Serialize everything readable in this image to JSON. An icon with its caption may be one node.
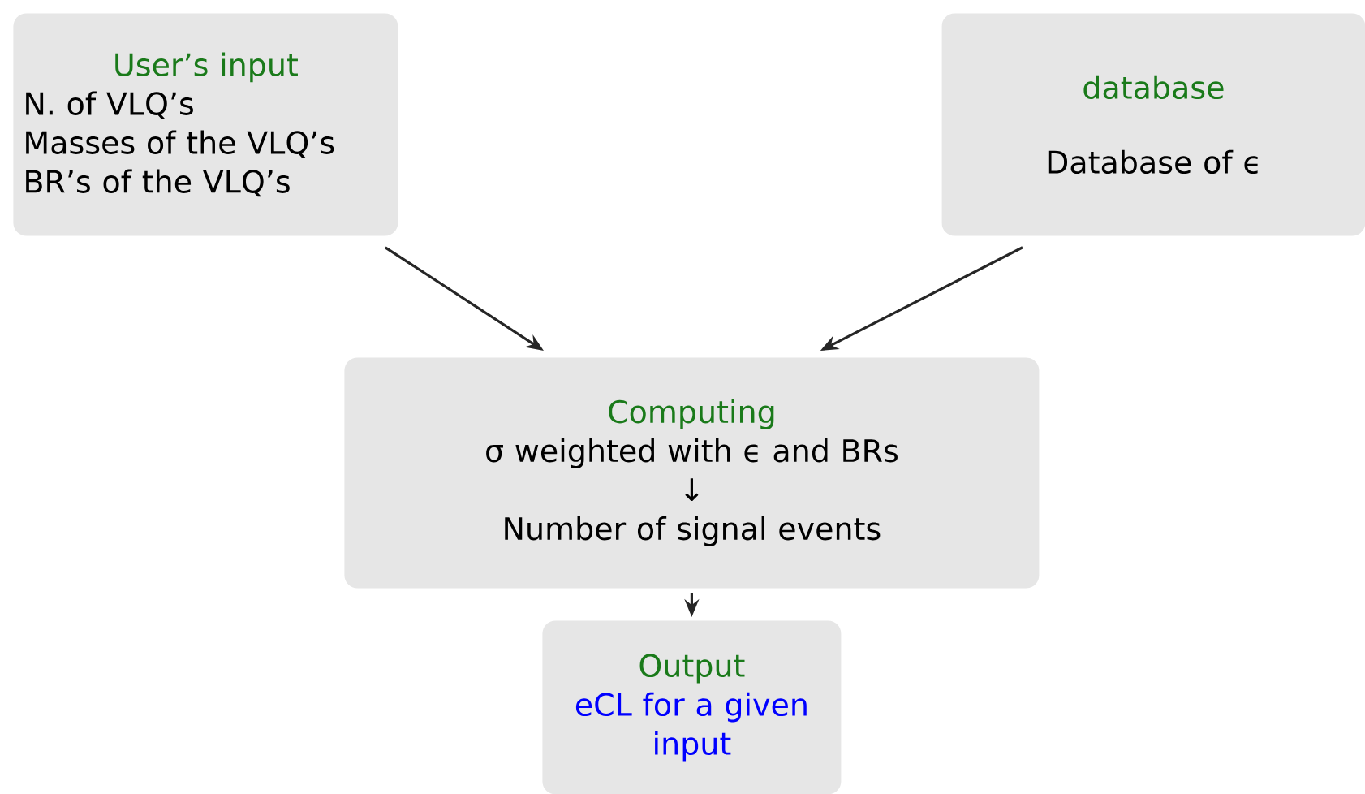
{
  "diagram": {
    "nodes": [
      {
        "text": [
          "User’s input",
          "N. of VLQ’s",
          "Masses of the VLQ’s",
          "BR’s of the VLQ’s"
        ]
      },
      {
        "text": [
          "database",
          "Database of ϵ"
        ]
      },
      {
        "text": [
          "Computing",
          "σ weighted with ϵ and BRs",
          "↓",
          "Number of signal events"
        ]
      },
      {
        "text": [
          "Output",
          "eCL for a given input"
        ]
      }
    ],
    "edges": [
      {
        "from": 0,
        "to": 2,
        "arrow": "to"
      },
      {
        "from": 1,
        "to": 2,
        "arrow": "to"
      },
      {
        "from": 2,
        "to": 3,
        "arrow": "to"
      }
    ]
  }
}
